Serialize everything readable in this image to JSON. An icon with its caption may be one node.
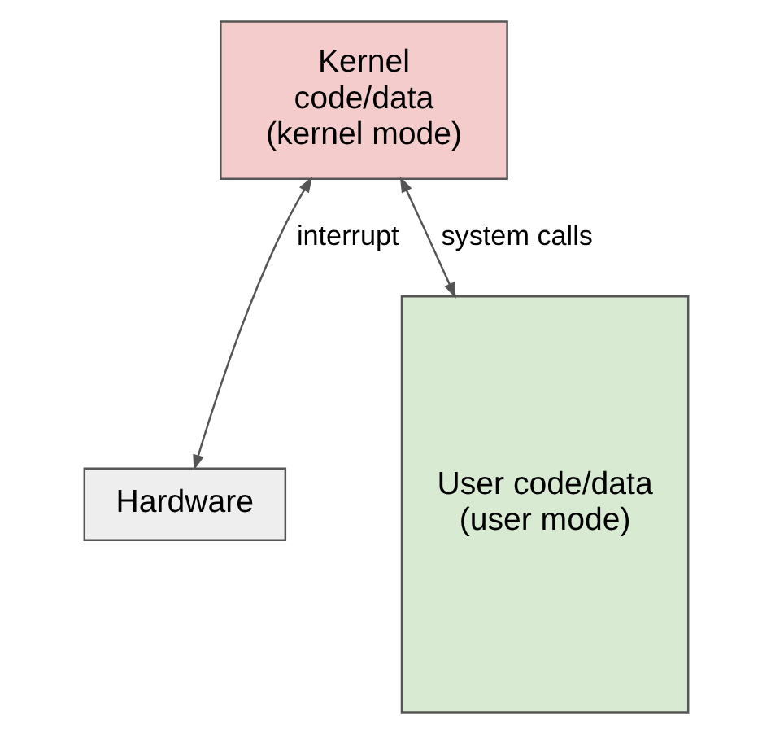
{
  "diagram": {
    "nodes": [
      {
        "text": [
          "Kernel code/data (kernel mode)"
        ]
      },
      {
        "text": [
          "Hardware"
        ]
      },
      {
        "text": [
          "User code/data (user mode)"
        ]
      }
    ],
    "edges": [
      {
        "from": 0,
        "to": 1,
        "arrow": "both",
        "label": "interrupt"
      },
      {
        "from": 0,
        "to": 2,
        "arrow": "both",
        "label": "system calls"
      }
    ]
  }
}
